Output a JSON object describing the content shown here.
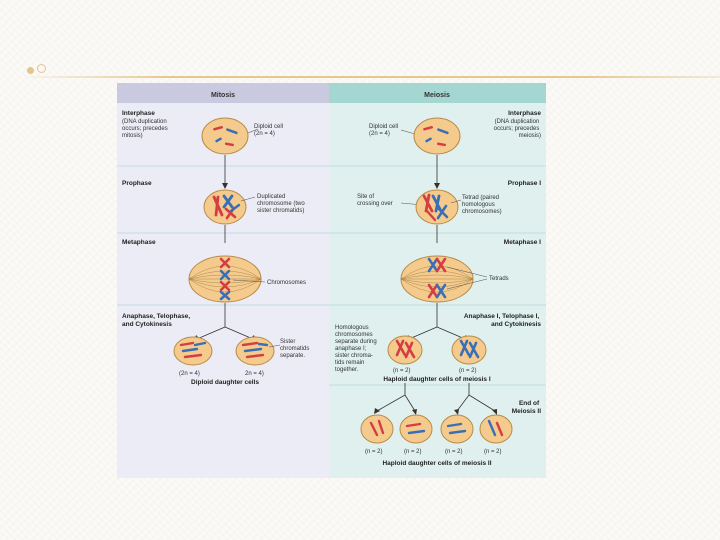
{
  "columns": {
    "mitosis": "Mitosis",
    "meiosis": "Meiosis"
  },
  "mitosis": {
    "interphase": {
      "title": "Interphase",
      "desc": [
        "(DNA duplication",
        "occurs; precedes",
        "mitosis)"
      ]
    },
    "diploid_cell": [
      "Diploid cell",
      "(2n = 4)"
    ],
    "prophase": "Prophase",
    "duplicated": [
      "Duplicated",
      "chromosome (two",
      "sister chromatids)"
    ],
    "metaphase": "Metaphase",
    "chromosomes": "Chromosomes",
    "anaphase": [
      "Anaphase, Telophase,",
      "and Cytokinesis"
    ],
    "sister": [
      "Sister",
      "chromatids",
      "separate."
    ],
    "count_left": "(2n = 4)",
    "count_right": "2n = 4)",
    "daughter": "Diploid daughter cells"
  },
  "meiosis": {
    "interphase": {
      "title": "Interphase",
      "desc": [
        "(DNA duplication",
        "occurs; precedes",
        "meiosis)"
      ]
    },
    "diploid_cell": [
      "Diploid cell",
      "(2n = 4)"
    ],
    "prophase": "Prophase I",
    "crossing": [
      "Site of",
      "crossing over"
    ],
    "tetrad": [
      "Tetrad (paired",
      "homologous",
      "chromosomes)"
    ],
    "metaphase": "Metaphase I",
    "tetrads": "Tetrads",
    "anaphase": [
      "Anaphase I, Telophase I,",
      "and Cytokinesis"
    ],
    "homologous": [
      "Homologous",
      "chromosomes",
      "separate during",
      "anaphase I;",
      "sister chroma-",
      "tids remain",
      "together."
    ],
    "count_left": "(n = 2)",
    "count_right": "(n = 2)",
    "haploid1": "Haploid daughter cells of meiosis I",
    "end": [
      "End of",
      "Meiosis II"
    ],
    "counts2": [
      "(n = 2)",
      "(n = 2)",
      "(n = 2)",
      "(n = 2)"
    ],
    "haploid2": "Haploid daughter cells of meiosis II"
  },
  "colors": {
    "mitosis_bg": "#ececf6",
    "meiosis_bg": "#dff0ef",
    "mitosis_header": "#c9c9df",
    "meiosis_header": "#a4d7d2",
    "cell_fill": "#f4cb8c",
    "cell_edge": "#b98a47",
    "chrom_red": "#d43d43",
    "chrom_blue": "#3a6fb8"
  }
}
